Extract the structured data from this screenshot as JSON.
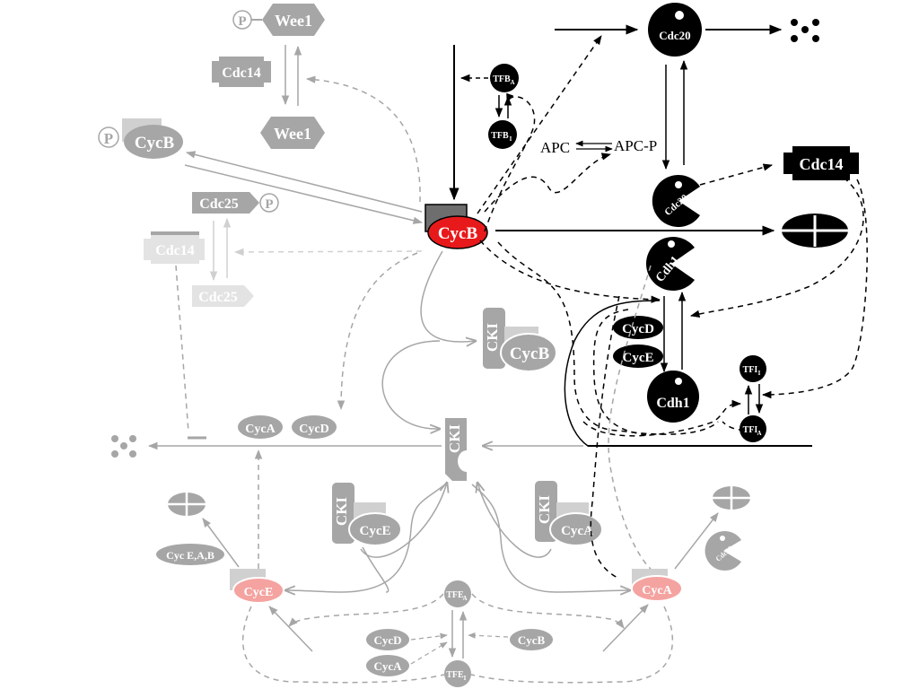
{
  "diagram": {
    "labels": {
      "wee1": "Wee1",
      "cdc14": "Cdc14",
      "cycb": "CycB",
      "cdc25": "Cdc25",
      "p": "P",
      "tfb_a": "TFB",
      "tfb_a_sub": "A",
      "tfb_i": "TFB",
      "tfb_i_sub": "I",
      "cdc20": "Cdc20",
      "apc": "APC",
      "apc_p": "APC-P",
      "cdh1": "Cdh1",
      "cycd": "CycD",
      "cyce": "CycE",
      "cyca": "CycA",
      "cki": "CKI",
      "tfi_i": "TFI",
      "tfi_i_sub": "I",
      "tfi_a": "TFI",
      "tfi_a_sub": "A",
      "tfe_a": "TFE",
      "tfe_a_sub": "A",
      "tfe_i": "TFE",
      "tfe_i_sub": "I",
      "cyc_eab": "Cyc E,A,B"
    },
    "colors": {
      "black": "#000000",
      "gray": "#a6a6a6",
      "light_gray": "#d0d0d0",
      "very_light_gray": "#e3e3e3",
      "dark_gray": "#6e6e6e",
      "cycb_red": "#e8191b",
      "pink": "#f4a3a0"
    }
  }
}
